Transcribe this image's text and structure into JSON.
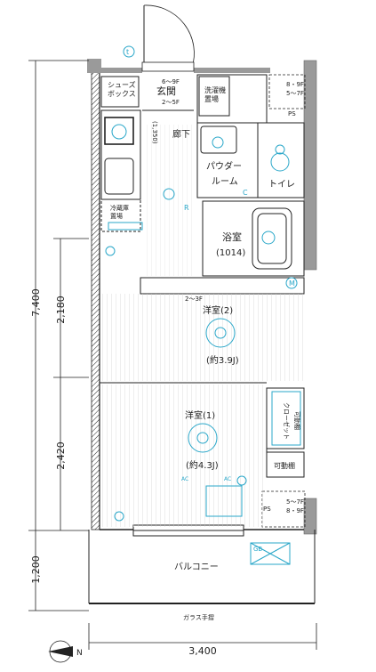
{
  "plan": {
    "colors": {
      "wall": "#9a9a9a",
      "line": "#222222",
      "equipment": "#2aa7c9",
      "floor": "#cccccc"
    },
    "rooms": {
      "shoes": "シューズ\nボックス",
      "entrance": "玄関",
      "hallway": "廊下",
      "laundry": "洗濯機\n置場",
      "powder_a": "パウダー",
      "powder_b": "ルーム",
      "toilet": "トイレ",
      "fridge": "冷蔵庫\n置場",
      "bath": "浴室",
      "bath_size": "(1014)",
      "western2": "洋室(2)",
      "western2_area": "(約3.9J)",
      "western1": "洋室(1)",
      "western1_area": "(約4.3J)",
      "closet": "クローゼット",
      "movable_shelf_a": "可動棚",
      "movable_shelf_b": "可動棚",
      "balcony": "バルコニー",
      "glass_rail": "ガラス手摺"
    },
    "notes": {
      "floor_entry_a": "6～9F",
      "floor_entry_b": "2～5F",
      "floor_top_a": "8・9F",
      "floor_top_b": "5～7F",
      "floor_bot_a": "5～7F",
      "floor_bot_b": "8・9F",
      "ps_top": "PS",
      "ps_bottom": "PS",
      "floor_2_3": "2～3F",
      "ceiling": "(1,350)",
      "symbol_t": "t",
      "symbol_c": "C",
      "symbol_m": "M",
      "symbol_r": "R",
      "symbol_gb": "GB",
      "ac_a": "AC",
      "ac_b": "AC"
    },
    "dimensions": {
      "total_height": "7,400",
      "room2_height": "2,180",
      "room1_height": "2,420",
      "balcony_depth": "1,200",
      "width": "3,400"
    },
    "north_label": "N"
  }
}
